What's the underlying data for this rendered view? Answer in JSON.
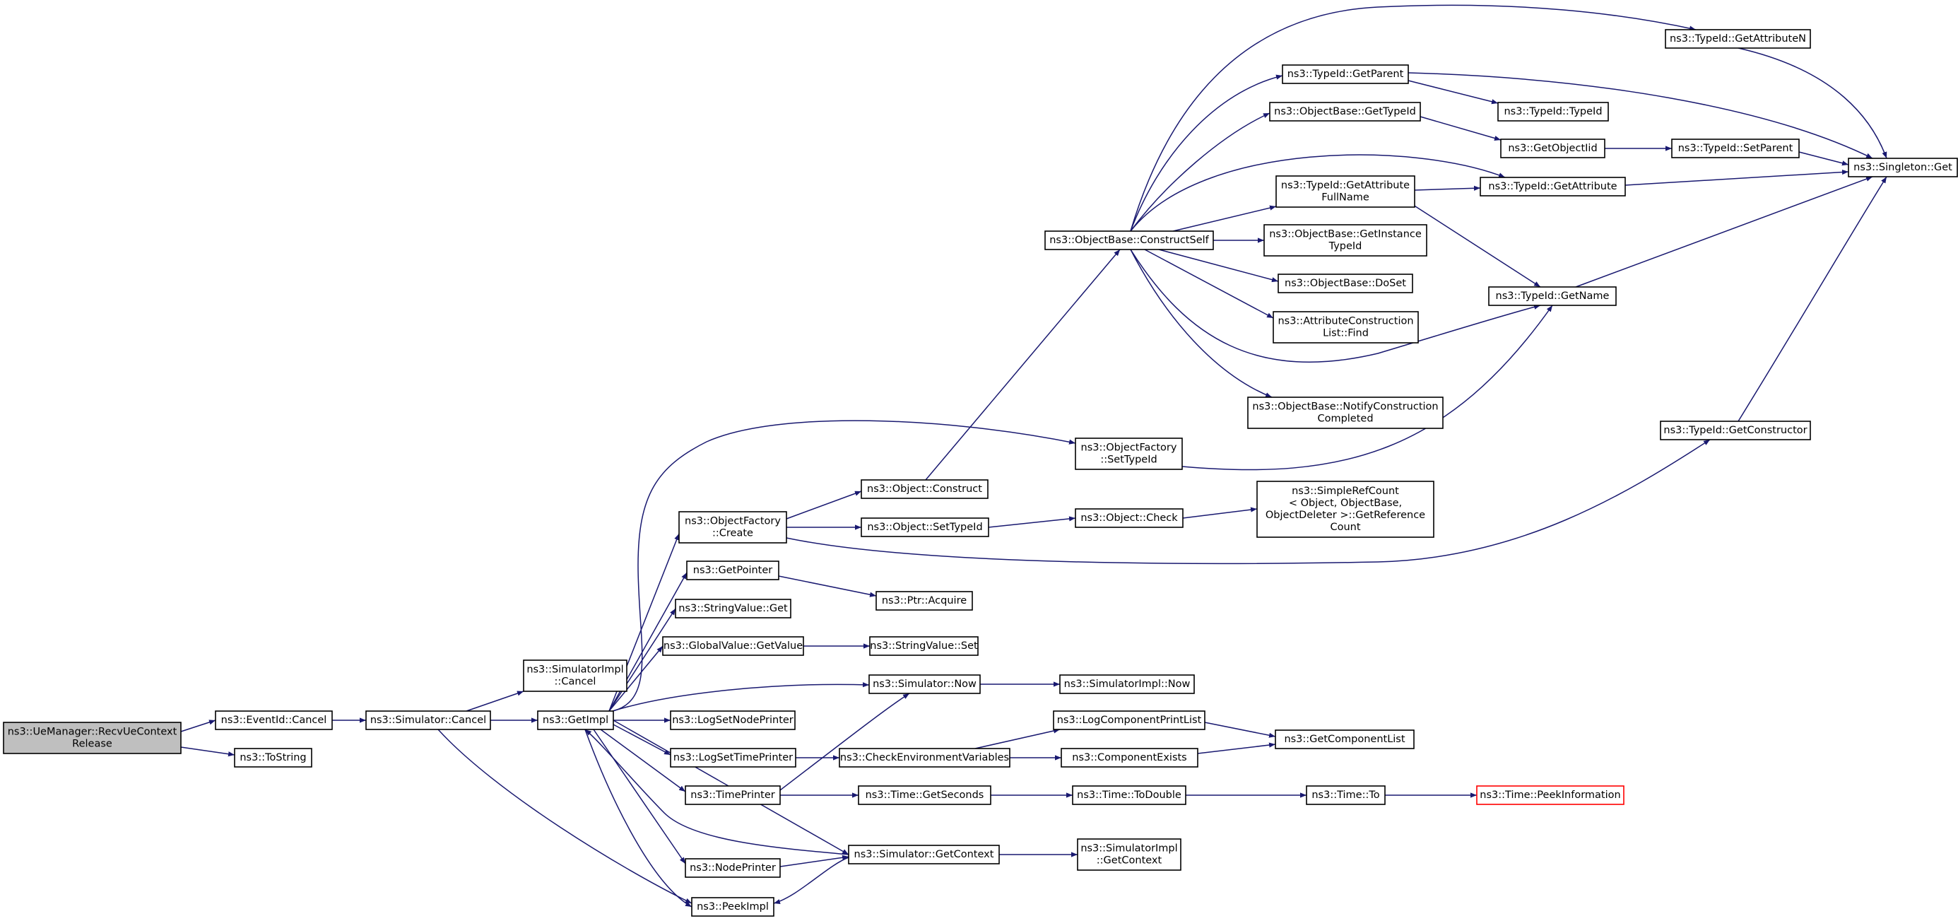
{
  "colors": {
    "edge": "#191970",
    "node_border": "#000000",
    "node_fill": "#ffffff",
    "root_fill": "#bfbfbf",
    "truncated_border": "#ff0000"
  },
  "nodes": {
    "recv_ue_context_release": [
      "ns3::UeManager::RecvUeContext",
      "Release"
    ],
    "eventid_cancel": [
      "ns3::EventId::Cancel"
    ],
    "tostring": [
      "ns3::ToString"
    ],
    "simulator_cancel": [
      "ns3::Simulator::Cancel"
    ],
    "simulatorimpl_cancel": [
      "ns3::SimulatorImpl",
      "::Cancel"
    ],
    "getimpl": [
      "ns3::GetImpl"
    ],
    "peekimpl": [
      "ns3::PeekImpl"
    ],
    "objectfactory_create": [
      "ns3::ObjectFactory",
      "::Create"
    ],
    "getpointer": [
      "ns3::GetPointer"
    ],
    "stringvalue_get": [
      "ns3::StringValue::Get"
    ],
    "globalvalue_getvalue": [
      "ns3::GlobalValue::GetValue"
    ],
    "simulator_now": [
      "ns3::Simulator::Now"
    ],
    "logsetnodeprinter": [
      "ns3::LogSetNodePrinter"
    ],
    "logsettimeprinter": [
      "ns3::LogSetTimePrinter"
    ],
    "timeprinter": [
      "ns3::TimePrinter"
    ],
    "nodeprinter": [
      "ns3::NodePrinter"
    ],
    "simulator_getcontext": [
      "ns3::Simulator::GetContext"
    ],
    "object_construct": [
      "ns3::Object::Construct"
    ],
    "object_settypeid": [
      "ns3::Object::SetTypeId"
    ],
    "objectfactory_settypeid": [
      "ns3::ObjectFactory",
      "::SetTypeId"
    ],
    "ptr_acquire": [
      "ns3::Ptr::Acquire"
    ],
    "stringvalue_set": [
      "ns3::StringValue::Set"
    ],
    "simulatorimpl_now": [
      "ns3::SimulatorImpl::Now"
    ],
    "checkenvironmentvariables": [
      "ns3::CheckEnvironmentVariables"
    ],
    "time_getseconds": [
      "ns3::Time::GetSeconds"
    ],
    "simulatorimpl_getcontext": [
      "ns3::SimulatorImpl",
      "::GetContext"
    ],
    "objectbase_constructself": [
      "ns3::ObjectBase::ConstructSelf"
    ],
    "object_check": [
      "ns3::Object::Check"
    ],
    "logcomponentprintlist": [
      "ns3::LogComponentPrintList"
    ],
    "componentexists": [
      "ns3::ComponentExists"
    ],
    "time_todouble": [
      "ns3::Time::ToDouble"
    ],
    "typeid_getparent": [
      "ns3::TypeId::GetParent"
    ],
    "objectbase_gettypeid": [
      "ns3::ObjectBase::GetTypeId"
    ],
    "typeid_getattributefullname": [
      "ns3::TypeId::GetAttribute",
      "FullName"
    ],
    "objectbase_getinstancetypeid": [
      "ns3::ObjectBase::GetInstance",
      "TypeId"
    ],
    "objectbase_doset": [
      "ns3::ObjectBase::DoSet"
    ],
    "attributeconstructionlist_find": [
      "ns3::AttributeConstruction",
      "List::Find"
    ],
    "objectbase_notifyconstructioncompleted": [
      "ns3::ObjectBase::NotifyConstruction",
      "Completed"
    ],
    "simplerefcount_getreferencecount": [
      "ns3::SimpleRefCount",
      "< Object, ObjectBase,",
      " ObjectDeleter >::GetReference",
      "Count"
    ],
    "getcomponentlist": [
      "ns3::GetComponentList"
    ],
    "time_to": [
      "ns3::Time::To"
    ],
    "typeid_typeid": [
      "ns3::TypeId::TypeId"
    ],
    "getobjectiid": [
      "ns3::GetObjectIid"
    ],
    "typeid_getattribute": [
      "ns3::TypeId::GetAttribute"
    ],
    "typeid_getname": [
      "ns3::TypeId::GetName"
    ],
    "time_peekinformation": [
      "ns3::Time::PeekInformation"
    ],
    "typeid_getattributen": [
      "ns3::TypeId::GetAttributeN"
    ],
    "typeid_setparent": [
      "ns3::TypeId::SetParent"
    ],
    "typeid_getconstructor": [
      "ns3::TypeId::GetConstructor"
    ],
    "singleton_get": [
      "ns3::Singleton::Get"
    ]
  },
  "edges": [
    [
      "recv_ue_context_release",
      "eventid_cancel"
    ],
    [
      "recv_ue_context_release",
      "tostring"
    ],
    [
      "eventid_cancel",
      "simulator_cancel"
    ],
    [
      "simulator_cancel",
      "simulatorimpl_cancel"
    ],
    [
      "simulator_cancel",
      "getimpl"
    ],
    [
      "simulator_cancel",
      "peekimpl"
    ],
    [
      "getimpl",
      "objectfactory_create"
    ],
    [
      "getimpl",
      "getpointer"
    ],
    [
      "getimpl",
      "stringvalue_get"
    ],
    [
      "getimpl",
      "globalvalue_getvalue"
    ],
    [
      "getimpl",
      "simulator_now"
    ],
    [
      "getimpl",
      "logsetnodeprinter"
    ],
    [
      "getimpl",
      "logsettimeprinter"
    ],
    [
      "getimpl",
      "timeprinter"
    ],
    [
      "getimpl",
      "nodeprinter"
    ],
    [
      "getimpl",
      "peekimpl"
    ],
    [
      "getimpl",
      "objectfactory_settypeid"
    ],
    [
      "getimpl",
      "simulator_getcontext"
    ],
    [
      "objectfactory_create",
      "object_construct"
    ],
    [
      "objectfactory_create",
      "object_settypeid"
    ],
    [
      "objectfactory_create",
      "typeid_getconstructor"
    ],
    [
      "object_construct",
      "objectbase_constructself"
    ],
    [
      "object_settypeid",
      "object_check"
    ],
    [
      "object_check",
      "simplerefcount_getreferencecount"
    ],
    [
      "objectfactory_settypeid",
      "typeid_getname"
    ],
    [
      "getpointer",
      "ptr_acquire"
    ],
    [
      "globalvalue_getvalue",
      "stringvalue_set"
    ],
    [
      "simulator_now",
      "simulatorimpl_now"
    ],
    [
      "logsettimeprinter",
      "checkenvironmentvariables"
    ],
    [
      "checkenvironmentvariables",
      "logcomponentprintlist"
    ],
    [
      "checkenvironmentvariables",
      "componentexists"
    ],
    [
      "logcomponentprintlist",
      "getcomponentlist"
    ],
    [
      "componentexists",
      "getcomponentlist"
    ],
    [
      "timeprinter",
      "simulator_now"
    ],
    [
      "timeprinter",
      "time_getseconds"
    ],
    [
      "time_getseconds",
      "time_todouble"
    ],
    [
      "time_todouble",
      "time_to"
    ],
    [
      "time_to",
      "time_peekinformation"
    ],
    [
      "nodeprinter",
      "simulator_getcontext"
    ],
    [
      "simulator_getcontext",
      "getimpl"
    ],
    [
      "simulator_getcontext",
      "simulatorimpl_getcontext"
    ],
    [
      "simulator_getcontext",
      "peekimpl"
    ],
    [
      "objectbase_constructself",
      "typeid_getattributen"
    ],
    [
      "objectbase_constructself",
      "typeid_getparent"
    ],
    [
      "objectbase_constructself",
      "objectbase_gettypeid"
    ],
    [
      "objectbase_constructself",
      "typeid_getattribute"
    ],
    [
      "objectbase_constructself",
      "typeid_getattributefullname"
    ],
    [
      "objectbase_constructself",
      "objectbase_getinstancetypeid"
    ],
    [
      "objectbase_constructself",
      "objectbase_doset"
    ],
    [
      "objectbase_constructself",
      "attributeconstructionlist_find"
    ],
    [
      "objectbase_constructself",
      "typeid_getname"
    ],
    [
      "objectbase_constructself",
      "objectbase_notifyconstructioncompleted"
    ],
    [
      "typeid_getparent",
      "typeid_typeid"
    ],
    [
      "typeid_getparent",
      "singleton_get"
    ],
    [
      "objectbase_gettypeid",
      "getobjectiid"
    ],
    [
      "getobjectiid",
      "typeid_setparent"
    ],
    [
      "typeid_setparent",
      "singleton_get"
    ],
    [
      "typeid_getattributefullname",
      "typeid_getattribute"
    ],
    [
      "typeid_getattributefullname",
      "typeid_getname"
    ],
    [
      "typeid_getattribute",
      "singleton_get"
    ],
    [
      "typeid_getname",
      "singleton_get"
    ],
    [
      "typeid_getattributen",
      "singleton_get"
    ],
    [
      "typeid_getconstructor",
      "singleton_get"
    ]
  ]
}
